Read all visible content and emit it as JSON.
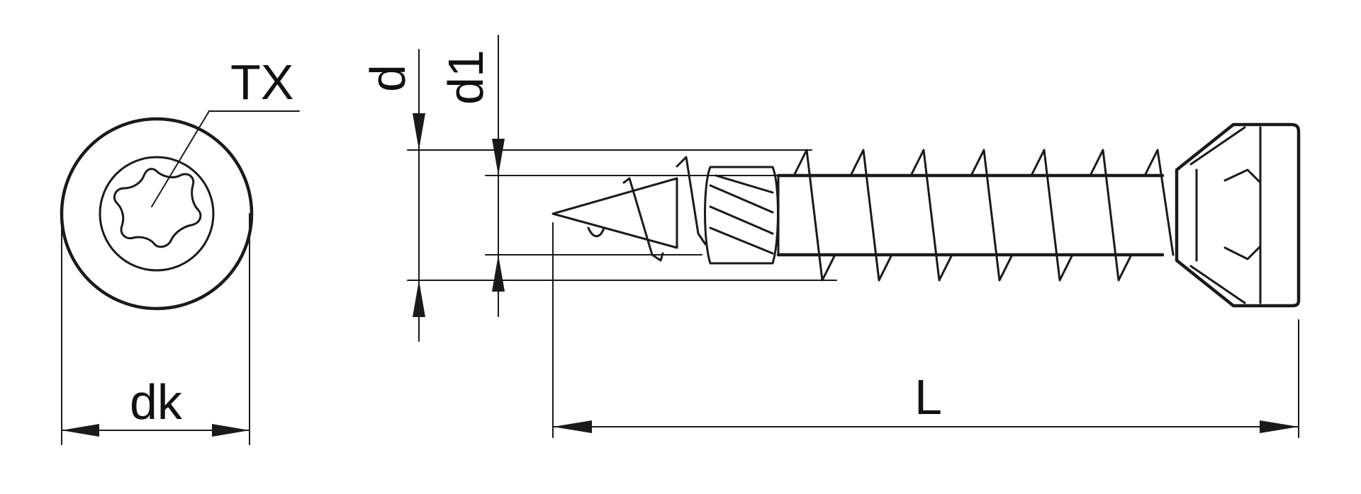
{
  "labels": {
    "tx": "TX",
    "dk": "dk",
    "d": "d",
    "d1": "d1",
    "length": "L"
  },
  "colors": {
    "line": "#1a1a1a",
    "background": "#ffffff"
  }
}
